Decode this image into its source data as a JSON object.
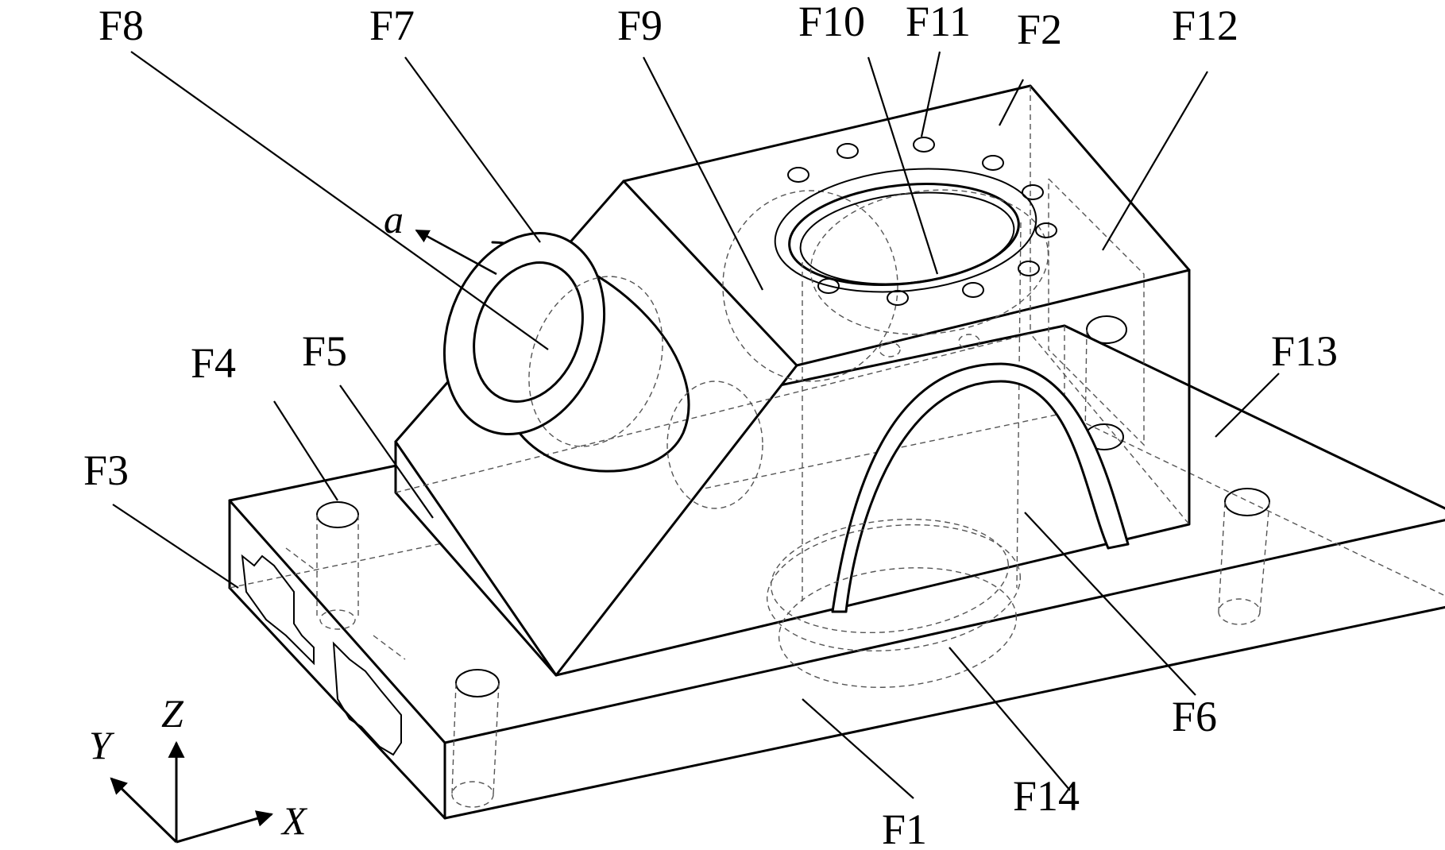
{
  "figure": {
    "feature_labels": [
      "F1",
      "F2",
      "F3",
      "F4",
      "F5",
      "F6",
      "F7",
      "F8",
      "F9",
      "F10",
      "F11",
      "F12",
      "F13",
      "F14"
    ],
    "direction_label": "a",
    "axes": {
      "x": "X",
      "y": "Y",
      "z": "Z"
    }
  }
}
